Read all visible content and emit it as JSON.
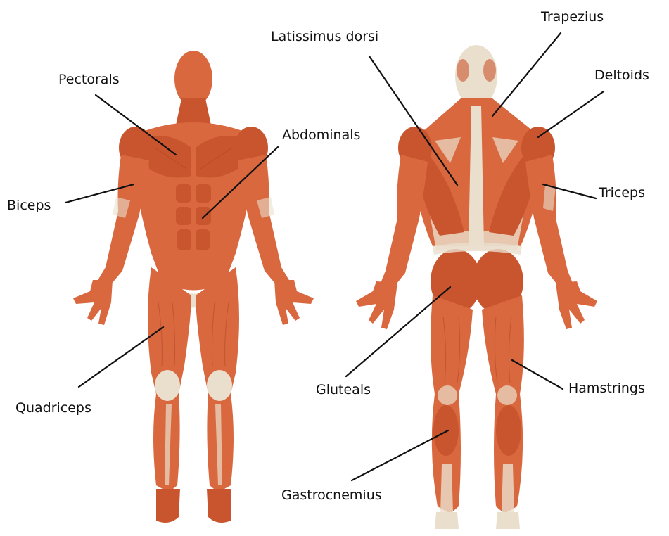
{
  "labels": {
    "pectorals": "Pectorals",
    "abdominals": "Abdominals",
    "biceps": "Biceps",
    "quadriceps": "Quadriceps",
    "latissimus_dorsi": "Latissimus dorsi",
    "trapezius": "Trapezius",
    "deltoids": "Deltoids",
    "triceps": "Triceps",
    "gluteals": "Gluteals",
    "hamstrings": "Hamstrings",
    "gastrocnemius": "Gastrocnemius"
  },
  "colors": {
    "muscle": "#d9683f",
    "muscle_dark": "#c9552f",
    "tendon": "#eadfcd",
    "line": "#111111",
    "background": "#ffffff"
  }
}
